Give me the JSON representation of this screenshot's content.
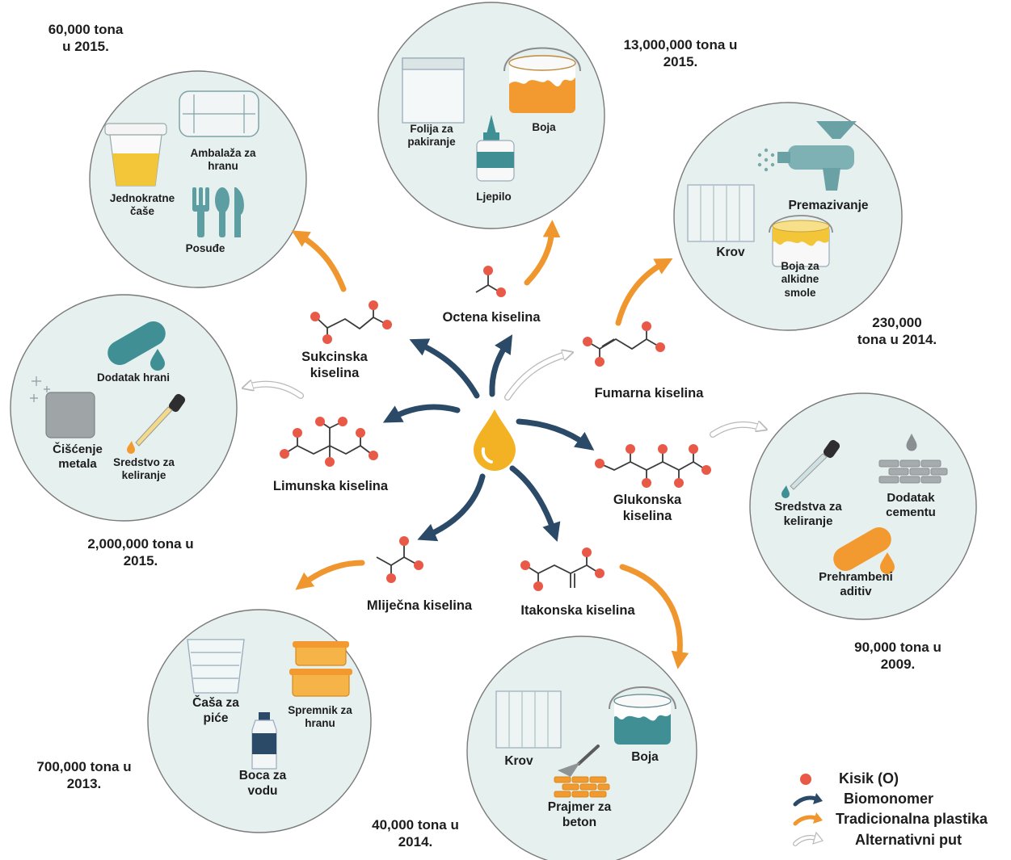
{
  "colors": {
    "oxygen": "#e85a47",
    "biomonomer": "#2b4a67",
    "traditional_plastic": "#f0962e",
    "alternative_path": "#ffffff",
    "circle_fill": "#e6f0ef",
    "teal": "#3f8f95",
    "orange": "#f29a30",
    "drop": "#f3b224"
  },
  "center": {
    "icon": "sugar-drop-icon"
  },
  "acids": {
    "succinic": "Sukcinska kiselina",
    "acetic": "Octena kiselina",
    "fumaric": "Fumarna kiselina",
    "citric": "Limunska kiselina",
    "gluconic": "Glukonska kiselina",
    "lactic": "Mliječna kiselina",
    "itaconic": "Itakonska kiselina"
  },
  "tonnages": {
    "succinic": "60,000 tona u 2015.",
    "acetic": "13,000,000 tona u 2015.",
    "fumaric": "230,000 tona u 2014.",
    "citric": "2,000,000 tona u 2015.",
    "gluconic": "90,000 tona u 2009.",
    "lactic": "700,000 tona u 2013.",
    "itaconic": "40,000 tona u 2014."
  },
  "products": {
    "succinic": {
      "packaging": "Ambalaža za hranu",
      "cups": "Jednokratne čaše",
      "cutlery": "Posuđe"
    },
    "acetic": {
      "film": "Folija za pakiranje",
      "paint": "Boja",
      "glue": "Ljepilo"
    },
    "fumaric": {
      "coating": "Premazivanje",
      "roof": "Krov",
      "alkyd_paint": "Boja za alkidne smole"
    },
    "citric": {
      "food_additive": "Dodatak hrani",
      "metal_cleaning": "Čišćenje metala",
      "chelating": "Sredstvo za keliranje"
    },
    "gluconic": {
      "chelating": "Sredstva za keliranje",
      "cement": "Dodatak cementu",
      "food_additive": "Prehrambeni aditiv"
    },
    "lactic": {
      "cup": "Čaša za piće",
      "container": "Spremnik za hranu",
      "bottle": "Boca za vodu"
    },
    "itaconic": {
      "roof": "Krov",
      "paint": "Boja",
      "primer": "Prajmer za beton"
    }
  },
  "legend": {
    "oxygen": "Kisik (O)",
    "biomonomer": "Biomonomer",
    "traditional": "Tradicionalna plastika",
    "alternative": "Alternativni put"
  }
}
